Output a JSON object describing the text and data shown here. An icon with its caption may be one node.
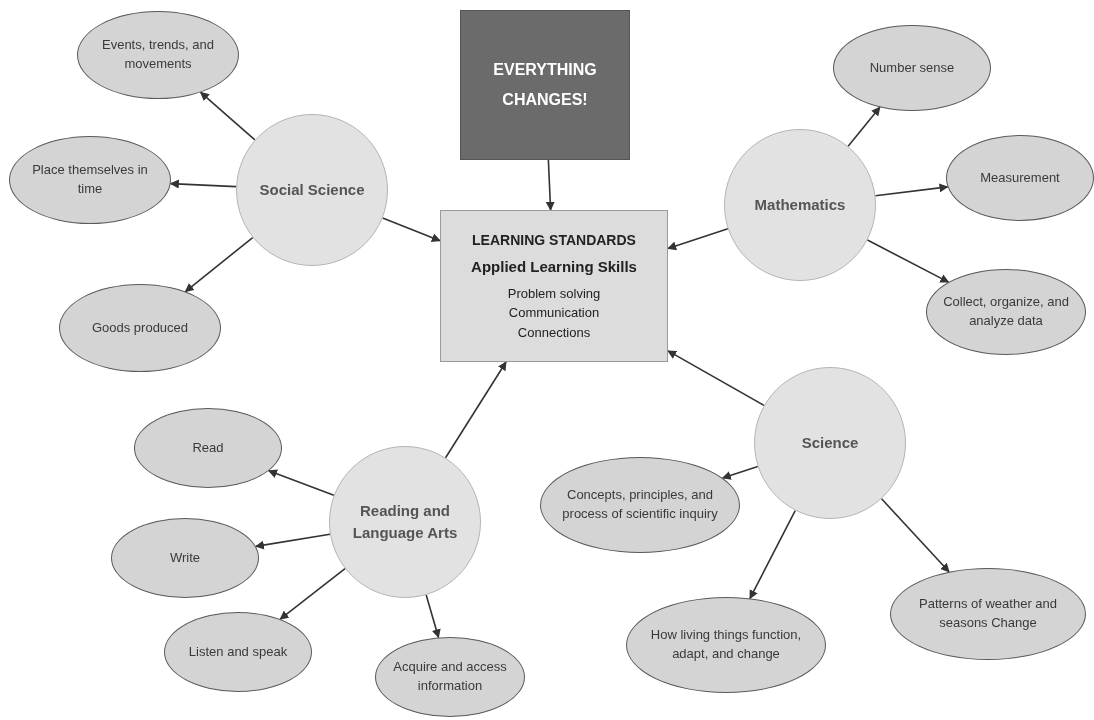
{
  "diagram": {
    "nodes": [
      {
        "text": [
          "EVERYTHING CHANGES!"
        ]
      },
      {
        "text": [
          "LEARNING STANDARDS",
          "Applied Learning Skills",
          "Problem solving",
          "Communication",
          "Connections"
        ]
      },
      {
        "text": [
          "Social Science"
        ]
      },
      {
        "text": [
          "Events, trends, and movements"
        ]
      },
      {
        "text": [
          "Place themselves in time"
        ]
      },
      {
        "text": [
          "Goods produced"
        ]
      },
      {
        "text": [
          "Mathematics"
        ]
      },
      {
        "text": [
          "Number sense"
        ]
      },
      {
        "text": [
          "Measurement"
        ]
      },
      {
        "text": [
          "Collect, organize, and analyze data"
        ]
      },
      {
        "text": [
          "Reading and Language Arts"
        ]
      },
      {
        "text": [
          "Read"
        ]
      },
      {
        "text": [
          "Write"
        ]
      },
      {
        "text": [
          "Listen and speak"
        ]
      },
      {
        "text": [
          "Acquire and access information"
        ]
      },
      {
        "text": [
          "Science"
        ]
      },
      {
        "text": [
          "Concepts, principles, and process of scientific inquiry"
        ]
      },
      {
        "text": [
          "How living things function, adapt, and change"
        ]
      },
      {
        "text": [
          "Patterns of weather and seasons Change"
        ]
      }
    ],
    "edges": [
      {
        "from": 0,
        "to": 1,
        "arrow": "to"
      },
      {
        "from": 2,
        "to": 1,
        "arrow": "to"
      },
      {
        "from": 2,
        "to": 3,
        "arrow": "to"
      },
      {
        "from": 2,
        "to": 4,
        "arrow": "to"
      },
      {
        "from": 2,
        "to": 5,
        "arrow": "to"
      },
      {
        "from": 6,
        "to": 1,
        "arrow": "to"
      },
      {
        "from": 6,
        "to": 7,
        "arrow": "to"
      },
      {
        "from": 6,
        "to": 8,
        "arrow": "to"
      },
      {
        "from": 6,
        "to": 9,
        "arrow": "to"
      },
      {
        "from": 10,
        "to": 1,
        "arrow": "to"
      },
      {
        "from": 10,
        "to": 11,
        "arrow": "to"
      },
      {
        "from": 10,
        "to": 12,
        "arrow": "to"
      },
      {
        "from": 10,
        "to": 13,
        "arrow": "to"
      },
      {
        "from": 10,
        "to": 14,
        "arrow": "to"
      },
      {
        "from": 15,
        "to": 1,
        "arrow": "to"
      },
      {
        "from": 15,
        "to": 16,
        "arrow": "to"
      },
      {
        "from": 15,
        "to": 17,
        "arrow": "to"
      },
      {
        "from": 15,
        "to": 18,
        "arrow": "to"
      }
    ]
  }
}
